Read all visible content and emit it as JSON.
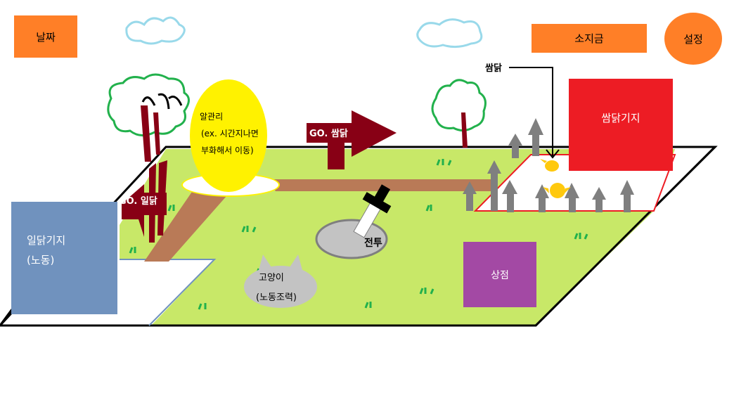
{
  "hud": {
    "date_label": "날짜",
    "money_label": "소지금",
    "settings_label": "설정"
  },
  "places": {
    "egg_base_label": "쌈닭기지",
    "work_base_label_line1": "일닭기지",
    "work_base_label_line2": "(노동)",
    "shop_label": "상점",
    "battle_label": "전투"
  },
  "signs": {
    "go_fight_label": "GO. 쌈닭",
    "go_work_label": "GO. 일닭"
  },
  "egg": {
    "title": "알관리",
    "desc_line1": "(ex. 시간지나면",
    "desc_line2": "부화해서 이동)"
  },
  "cat": {
    "title": "고양이",
    "desc": "(노동조력)"
  },
  "chick_pointer_label": "쌈닭",
  "colors": {
    "hud_orange": "#ff7f27",
    "egg_yellow": "#fff200",
    "grass": "#c8e868",
    "path": "#b97a57",
    "base_red": "#ed1c24",
    "work_blue": "#7092be",
    "shop_purple": "#a349a4",
    "sign_maroon": "#880015",
    "cloud_blue": "#99d9ea"
  }
}
